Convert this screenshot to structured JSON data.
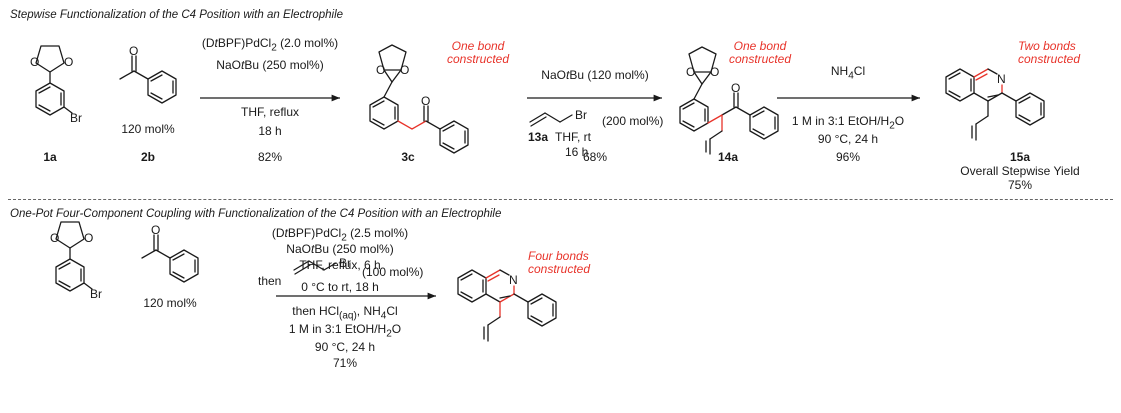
{
  "titles": {
    "top": "Stepwise Functionalization of the C4 Position with an Electrophile",
    "bottom": "One-Pot Four-Component Coupling with Functionalization of the C4 Position with an Electrophile"
  },
  "atoms": {
    "o": "O",
    "br": "Br",
    "n": "N"
  },
  "step1": {
    "catalyst_pre": "(D",
    "catalyst_t": "t",
    "catalyst_post": "BPF)PdCl",
    "catalyst_sub": "2",
    "catalyst_amount": " (2.0 mol%)",
    "base_pre": "NaO",
    "base_t": "t",
    "base_post": "Bu (250 mol%)",
    "solvent": "THF, reflux",
    "time": "18 h",
    "yield": "82%"
  },
  "step2": {
    "base_pre": "NaO",
    "base_t": "t",
    "base_post": "Bu (120 mol%)",
    "amount": "(200 mol%)",
    "reagent_label": "13a",
    "solvent": "THF, rt",
    "time": "16 h",
    "yield": "68%"
  },
  "step3": {
    "reagent_pre": "NH",
    "reagent_sub": "4",
    "reagent_post": "Cl",
    "solvent_pre": "1 M in 3:1 EtOH/H",
    "solvent_sub": "2",
    "solvent_post": "O",
    "conditions": "90 °C, 24 h",
    "yield": "96%"
  },
  "compounds": {
    "c1a": "1a",
    "c2b": "2b",
    "c2b_amount": "120 mol%",
    "c3c": "3c",
    "c14a": "14a",
    "c15a": "15a",
    "overall_label": "Overall Stepwise Yield",
    "overall_yield": "75%"
  },
  "annotations": {
    "one_bond_line1": "One bond",
    "one_bond_line2": "constructed",
    "two_bonds_line1": "Two bonds",
    "two_bonds_line2": "constructed",
    "four_bonds_line1": "Four bonds",
    "four_bonds_line2": "constructed"
  },
  "onepot": {
    "amount": "120 mol%",
    "catalyst_pre": "(D",
    "catalyst_t": "t",
    "catalyst_post": "BPF)PdCl",
    "catalyst_sub": "2",
    "catalyst_amount": " (2.5 mol%)",
    "base_pre": "NaO",
    "base_t": "t",
    "base_post": "Bu (250 mol%)",
    "solvent_time": "THF, reflux, 6 h",
    "then1": "then",
    "allyl_amount": "(100 mol%)",
    "temp_time": "0 °C to rt, 18 h",
    "then2_pre": "then HCl",
    "then2_sub": "(aq)",
    "then2_post": ", NH",
    "then2_sub2": "4",
    "then2_end": "Cl",
    "solvent_pre": "1 M in 3:1 EtOH/H",
    "solvent_sub": "2",
    "solvent_post": "O",
    "conditions": "90 °C, 24 h",
    "yield": "71%"
  }
}
